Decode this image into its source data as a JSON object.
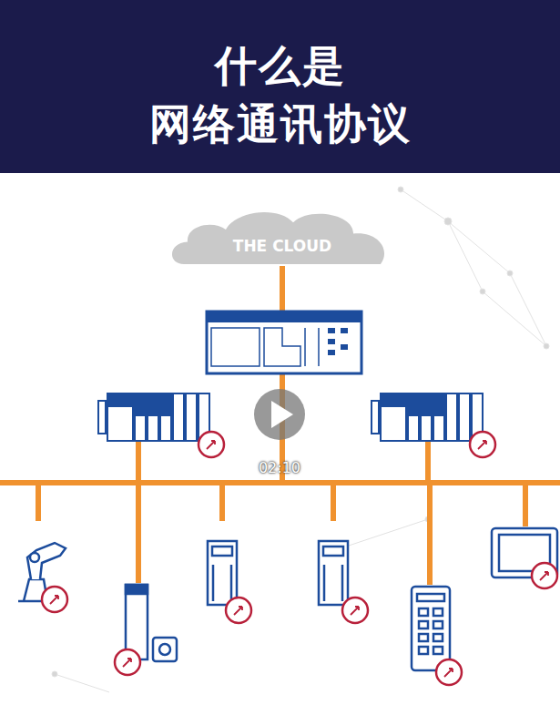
{
  "diagram": {
    "title": "什么是 网络通讯协议",
    "nodes": [
      {
        "text": [
          "THE CLOUD"
        ]
      }
    ],
    "labels": [
      "02:10"
    ]
  }
}
